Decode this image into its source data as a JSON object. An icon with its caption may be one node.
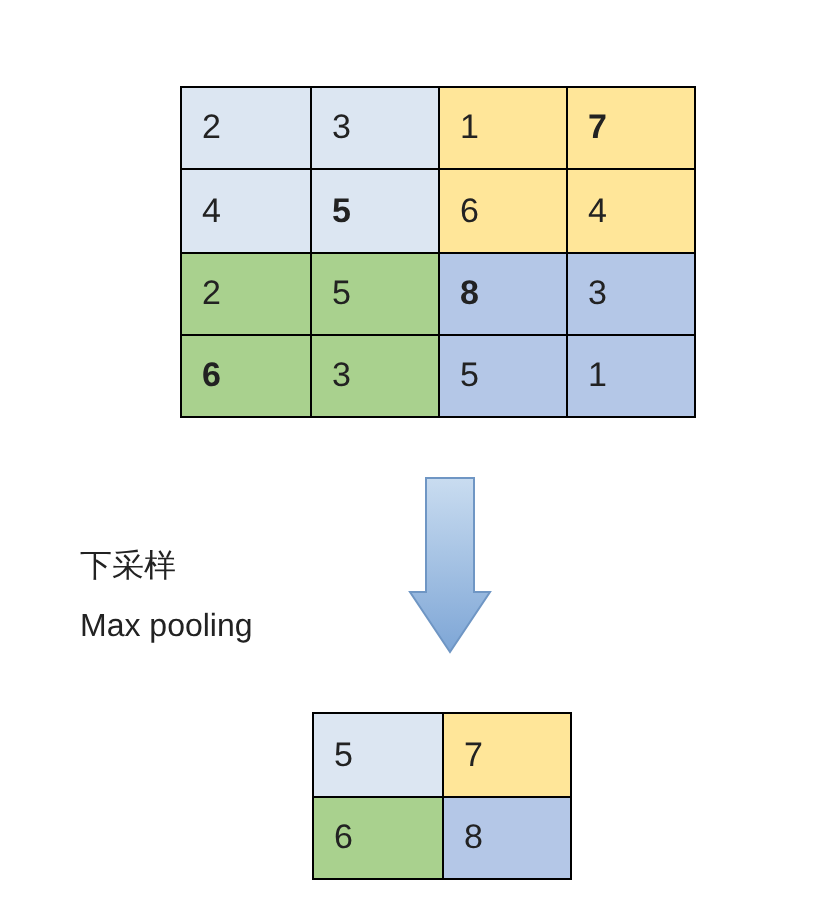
{
  "diagram": {
    "nodes": [
      {
        "text": [],
        "shape": "grid"
      },
      {
        "text": [
          "2"
        ],
        "in": 0
      },
      {
        "text": [
          "3"
        ],
        "in": 0
      },
      {
        "text": [
          "1"
        ],
        "in": 0
      },
      {
        "text": [
          "7"
        ],
        "in": 0
      },
      {
        "text": [
          "4"
        ],
        "in": 0
      },
      {
        "text": [
          "5"
        ],
        "in": 0
      },
      {
        "text": [
          "6"
        ],
        "in": 0
      },
      {
        "text": [
          "4"
        ],
        "in": 0
      },
      {
        "text": [
          "2"
        ],
        "in": 0
      },
      {
        "text": [
          "5"
        ],
        "in": 0
      },
      {
        "text": [
          "8"
        ],
        "in": 0
      },
      {
        "text": [
          "3"
        ],
        "in": 0
      },
      {
        "text": [
          "6"
        ],
        "in": 0
      },
      {
        "text": [
          "3"
        ],
        "in": 0
      },
      {
        "text": [
          "5"
        ],
        "in": 0
      },
      {
        "text": [
          "1"
        ],
        "in": 0
      },
      {
        "text": [],
        "shape": "grid"
      },
      {
        "text": [
          "5"
        ],
        "in": 17
      },
      {
        "text": [
          "7"
        ],
        "in": 17
      },
      {
        "text": [
          "6"
        ],
        "in": 17
      },
      {
        "text": [
          "8"
        ],
        "in": 17
      }
    ],
    "edges": [
      {
        "from": 0,
        "to": 17,
        "arrow": "to"
      }
    ],
    "labels": [
      "下采样",
      "Max pooling"
    ]
  }
}
